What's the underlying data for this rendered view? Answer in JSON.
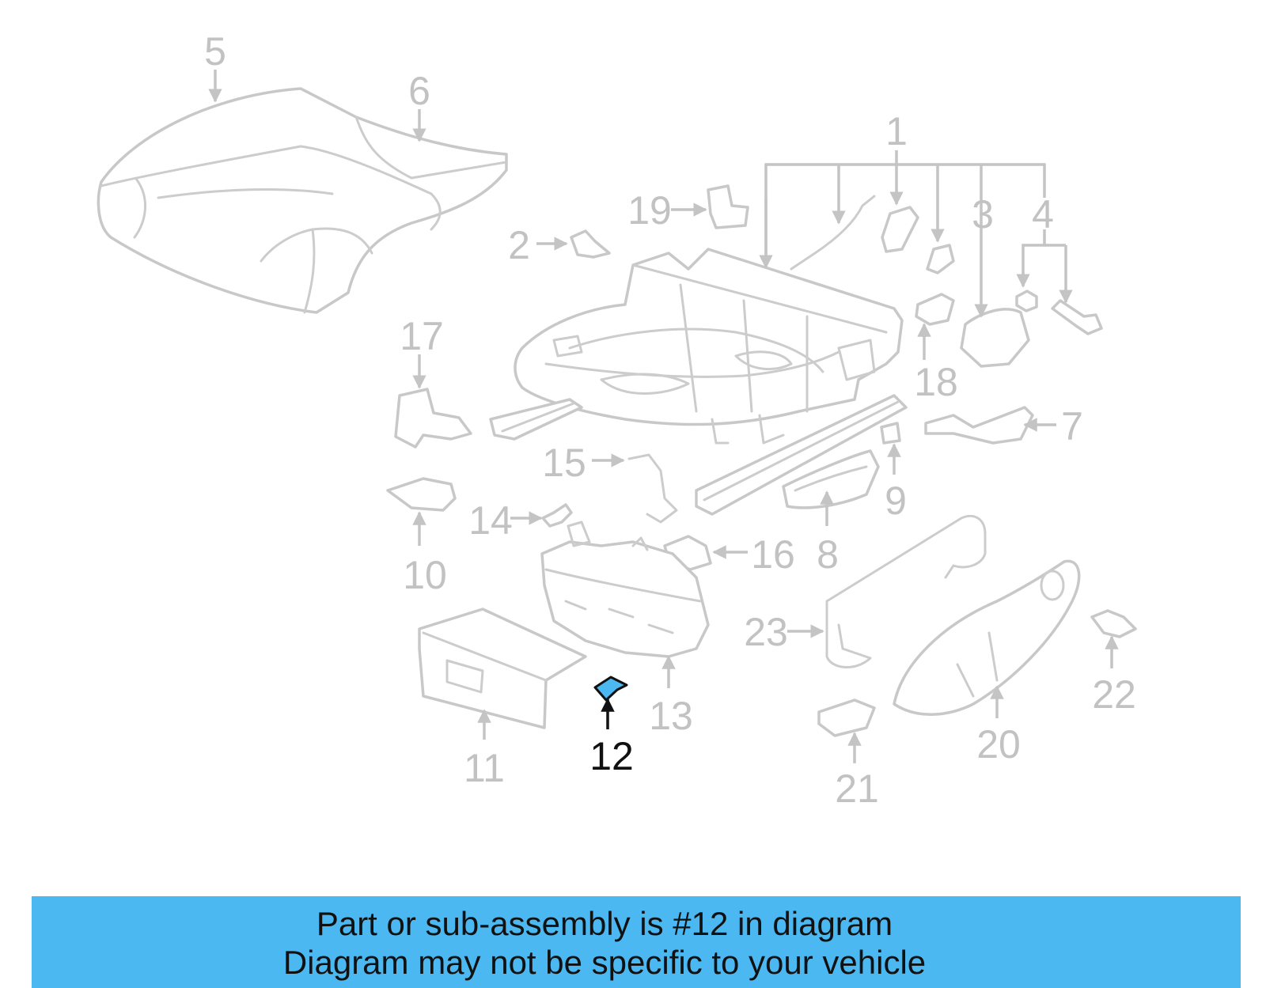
{
  "diagram": {
    "highlight_color": "#4cb8f2",
    "highlighted_part": "12",
    "callouts": [
      "1",
      "2",
      "3",
      "4",
      "5",
      "6",
      "7",
      "8",
      "9",
      "10",
      "11",
      "12",
      "13",
      "14",
      "15",
      "16",
      "17",
      "18",
      "19",
      "20",
      "21",
      "22",
      "23"
    ]
  },
  "banner": {
    "line1": "Part or sub-assembly is #12 in diagram",
    "line2": "Diagram may not be specific to your vehicle"
  }
}
